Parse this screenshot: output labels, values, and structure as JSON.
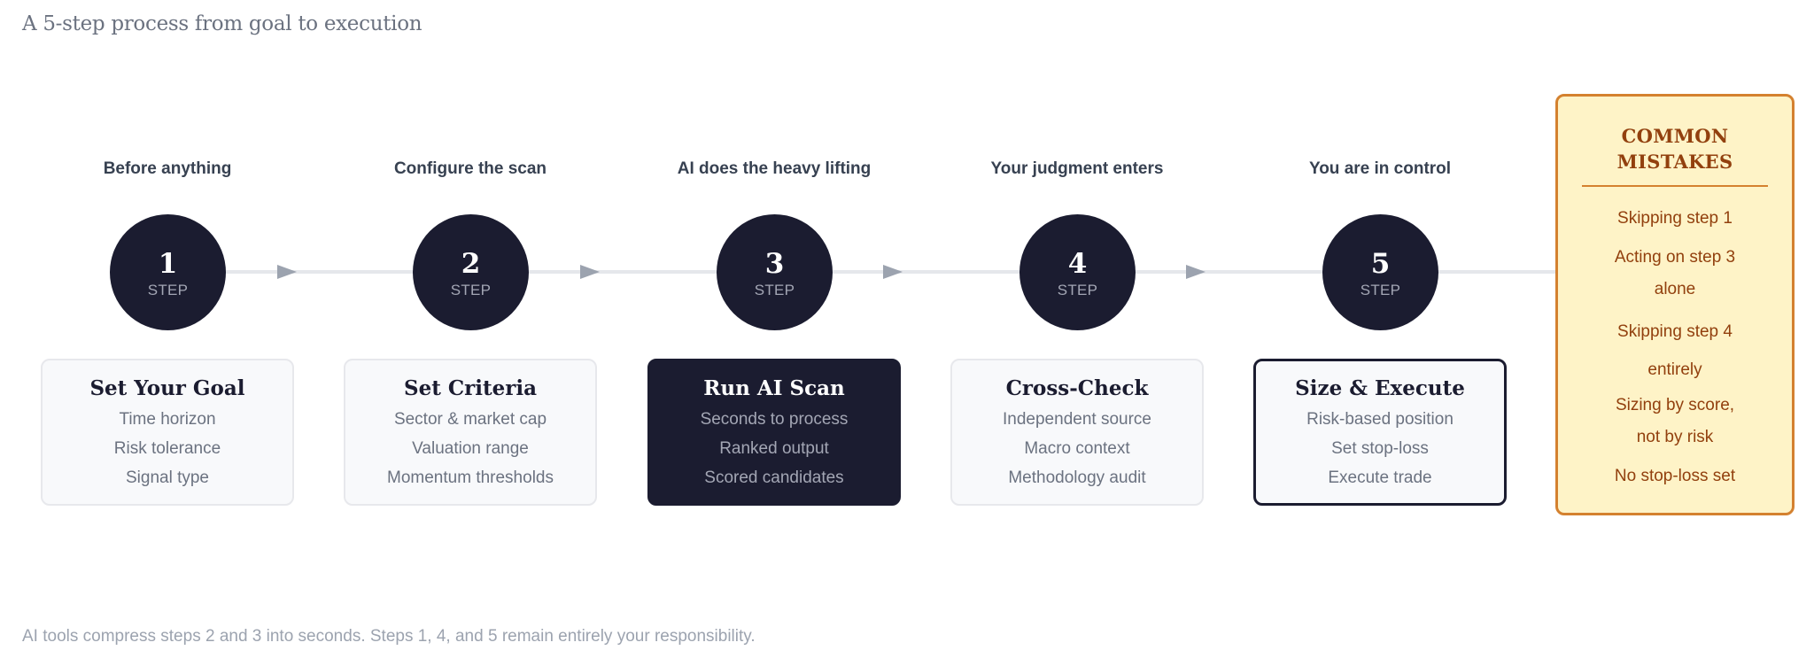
{
  "subtitle": "A 5-step process from goal to execution",
  "colors": {
    "navy": "#1b1c30",
    "card_bg": "#f8f9fb",
    "connector": "#e5e7eb",
    "arrow": "#9ca3af",
    "mistakes_bg": "#fef3c7",
    "mistakes_border": "#d4812f",
    "mistakes_text": "#92400e"
  },
  "steps": [
    {
      "number": "1",
      "word": "STEP",
      "label": "Before anything",
      "title": "Set Your Goal",
      "items": [
        "Time horizon",
        "Risk tolerance",
        "Signal type"
      ],
      "style": "light"
    },
    {
      "number": "2",
      "word": "STEP",
      "label": "Configure the scan",
      "title": "Set Criteria",
      "items": [
        "Sector & market cap",
        "Valuation range",
        "Momentum thresholds"
      ],
      "style": "light"
    },
    {
      "number": "3",
      "word": "STEP",
      "label": "AI does the heavy lifting",
      "title": "Run AI Scan",
      "items": [
        "Seconds to process",
        "Ranked output",
        "Scored candidates"
      ],
      "style": "dark"
    },
    {
      "number": "4",
      "word": "STEP",
      "label": "Your judgment enters",
      "title": "Cross-Check",
      "items": [
        "Independent source",
        "Macro context",
        "Methodology audit"
      ],
      "style": "light"
    },
    {
      "number": "5",
      "word": "STEP",
      "label": "You are in control",
      "title": "Size & Execute",
      "items": [
        "Risk-based position",
        "Set stop-loss",
        "Execute trade"
      ],
      "style": "outlined"
    }
  ],
  "mistakes": {
    "title_line1": "COMMON",
    "title_line2": "MISTAKES",
    "items": [
      [
        "Skipping step 1"
      ],
      [
        "Acting on step 3",
        "alone"
      ],
      [
        "Skipping step 4",
        "entirely"
      ],
      [
        "Sizing by score,",
        "not by risk"
      ],
      [
        "No stop-loss set"
      ]
    ]
  },
  "footer": "AI tools compress steps 2 and 3 into seconds. Steps 1, 4, and 5 remain entirely your responsibility."
}
